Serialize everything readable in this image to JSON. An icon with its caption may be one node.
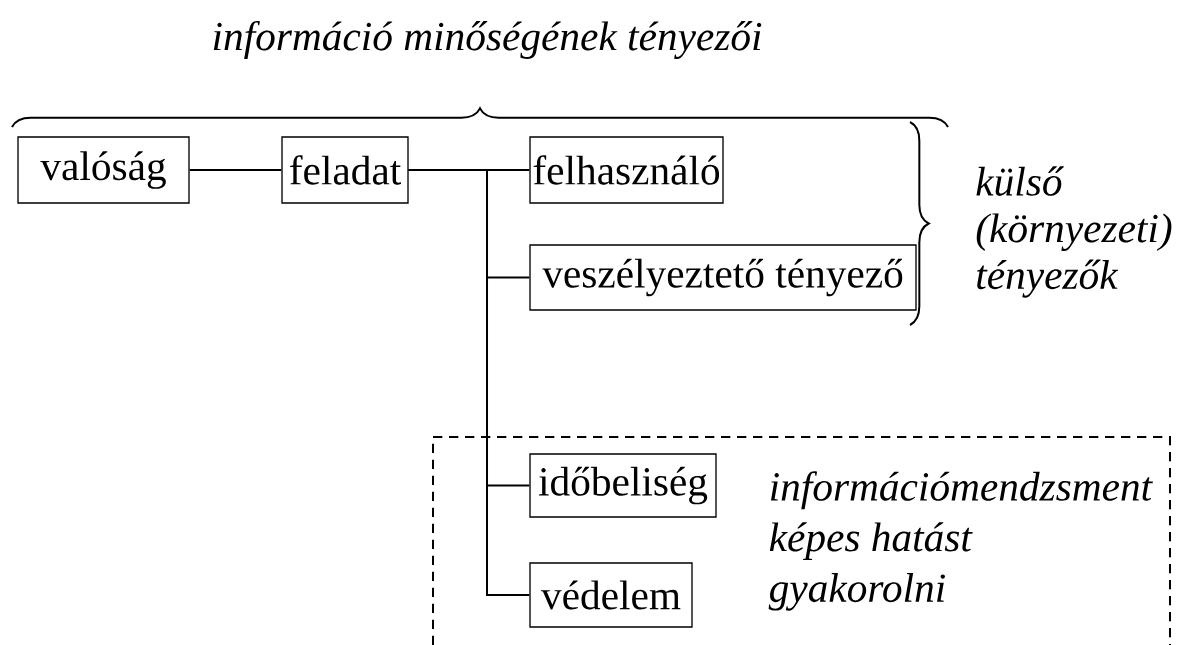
{
  "diagram": {
    "nodes": [
      {
        "text": [
          "valóság"
        ]
      },
      {
        "text": [
          "feladat"
        ]
      },
      {
        "text": [
          "felhasználó"
        ]
      },
      {
        "text": [
          "veszélyeztető tényező"
        ]
      },
      {
        "text": [
          "információmendzsment képes hatást gyakorolni"
        ]
      },
      {
        "text": [
          "időbeliség"
        ],
        "in": 4
      },
      {
        "text": [
          "védelem"
        ],
        "in": 4
      }
    ],
    "edges": [
      {
        "from": 0,
        "to": 1,
        "arrow": "none"
      },
      {
        "from": 1,
        "to": 2,
        "arrow": "none"
      },
      {
        "from": 1,
        "to": 3,
        "arrow": "none"
      },
      {
        "from": 1,
        "to": 5,
        "arrow": "none"
      },
      {
        "from": 1,
        "to": 6,
        "arrow": "none"
      }
    ],
    "labels": [
      "információ minőségének tényezői",
      "külső (környezeti) tényezők"
    ]
  }
}
